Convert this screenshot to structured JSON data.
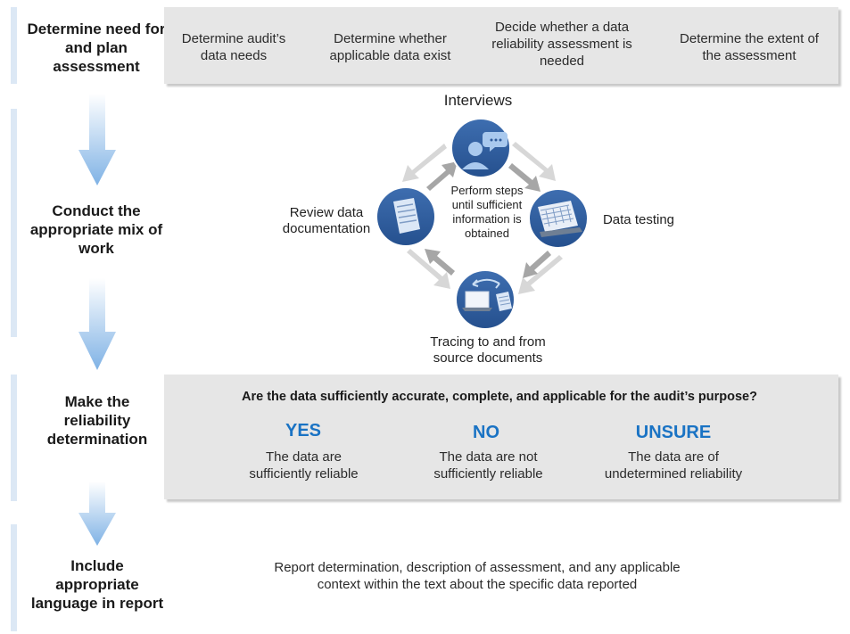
{
  "steps": {
    "plan": "Determine need for and plan assessment",
    "conduct": "Conduct the appropriate mix of work",
    "determine": "Make the reliability determination",
    "report": "Include appropriate language in report"
  },
  "plan_tasks": [
    "Determine audit’s data needs",
    "Determine whether applicable data exist",
    "Decide whether a data reliability assessment is needed",
    "Determine the extent of the assessment"
  ],
  "cycle": {
    "interviews": "Interviews",
    "data_testing": "Data testing",
    "review_docs": "Review data documentation",
    "tracing": "Tracing to and from source documents",
    "center": "Perform steps until sufficient information is obtained"
  },
  "determination": {
    "question": "Are the data sufficiently accurate, complete, and applicable for the audit’s purpose?",
    "options": [
      {
        "label": "YES",
        "desc": "The data are sufficiently reliable"
      },
      {
        "label": "NO",
        "desc": "The data are not sufficiently reliable"
      },
      {
        "label": "UNSURE",
        "desc": "The data are of undetermined reliability"
      }
    ]
  },
  "report_text": "Report determination, description of assessment, and any applicable context within the text about the specific data reported",
  "colors": {
    "accent": "#1a73c4",
    "circle": "#2e5b9a",
    "arrow_light": "#8fbbe8",
    "panel": "#e6e6e6"
  }
}
